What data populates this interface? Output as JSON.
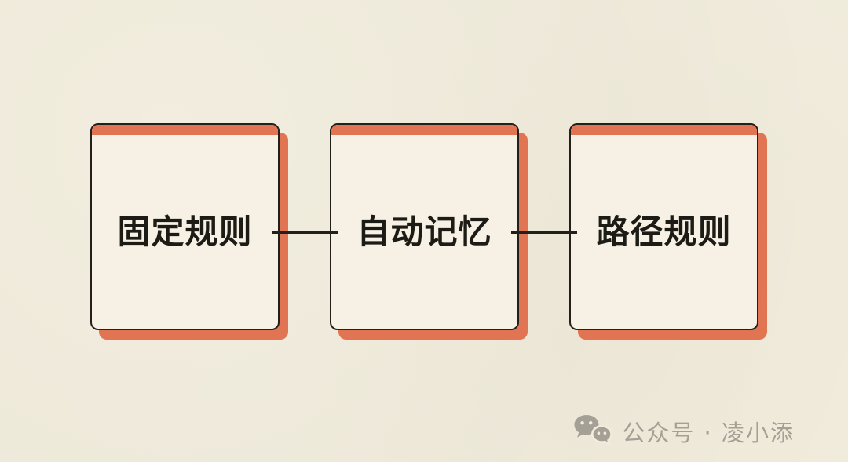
{
  "colors": {
    "background": "#f1ecdc",
    "card_fill": "#f6f1e4",
    "accent": "#e17452",
    "border": "#22201a",
    "text": "#1d1b16",
    "watermark": "#a5a095"
  },
  "diagram": {
    "nodes": [
      {
        "id": "fixed-rules",
        "label": "固定规则"
      },
      {
        "id": "auto-memory",
        "label": "自动记忆"
      },
      {
        "id": "path-rules",
        "label": "路径规则"
      }
    ],
    "connections": [
      {
        "from": "fixed-rules",
        "to": "auto-memory"
      },
      {
        "from": "auto-memory",
        "to": "path-rules"
      }
    ]
  },
  "watermark": {
    "icon": "wechat-icon",
    "text": "公众号 · 凌小添"
  }
}
